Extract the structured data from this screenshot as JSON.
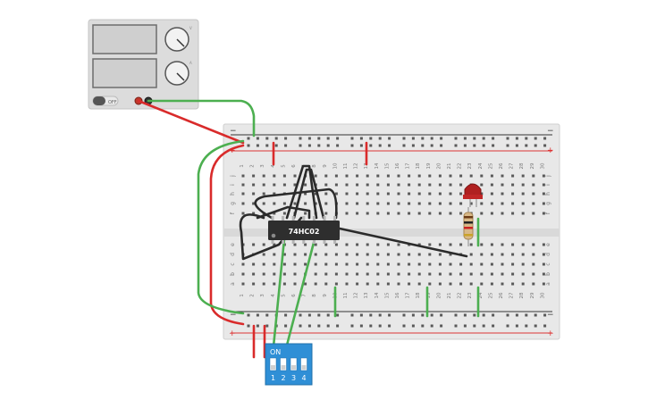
{
  "power_supply": {
    "switch_label": "OFF",
    "voltage_knob_label": "V",
    "current_knob_label": "A"
  },
  "breadboard": {
    "rail_minus": "−",
    "rail_plus": "+",
    "column_count": 30,
    "top_rows": [
      "j",
      "i",
      "h",
      "g",
      "f"
    ],
    "bottom_rows": [
      "e",
      "d",
      "c",
      "b",
      "a"
    ]
  },
  "chip": {
    "label": "74HC02"
  },
  "dip_switch": {
    "on_label": "ON",
    "numbers": [
      "1",
      "2",
      "3",
      "4"
    ]
  },
  "colors": {
    "wire_red": "#d92b2b",
    "wire_green": "#4caf50",
    "wire_black": "#2b2b2b",
    "chip": "#2e2e2e",
    "dip_body": "#2f8fd6",
    "led": "#b02020",
    "board": "#e6e6e6"
  }
}
